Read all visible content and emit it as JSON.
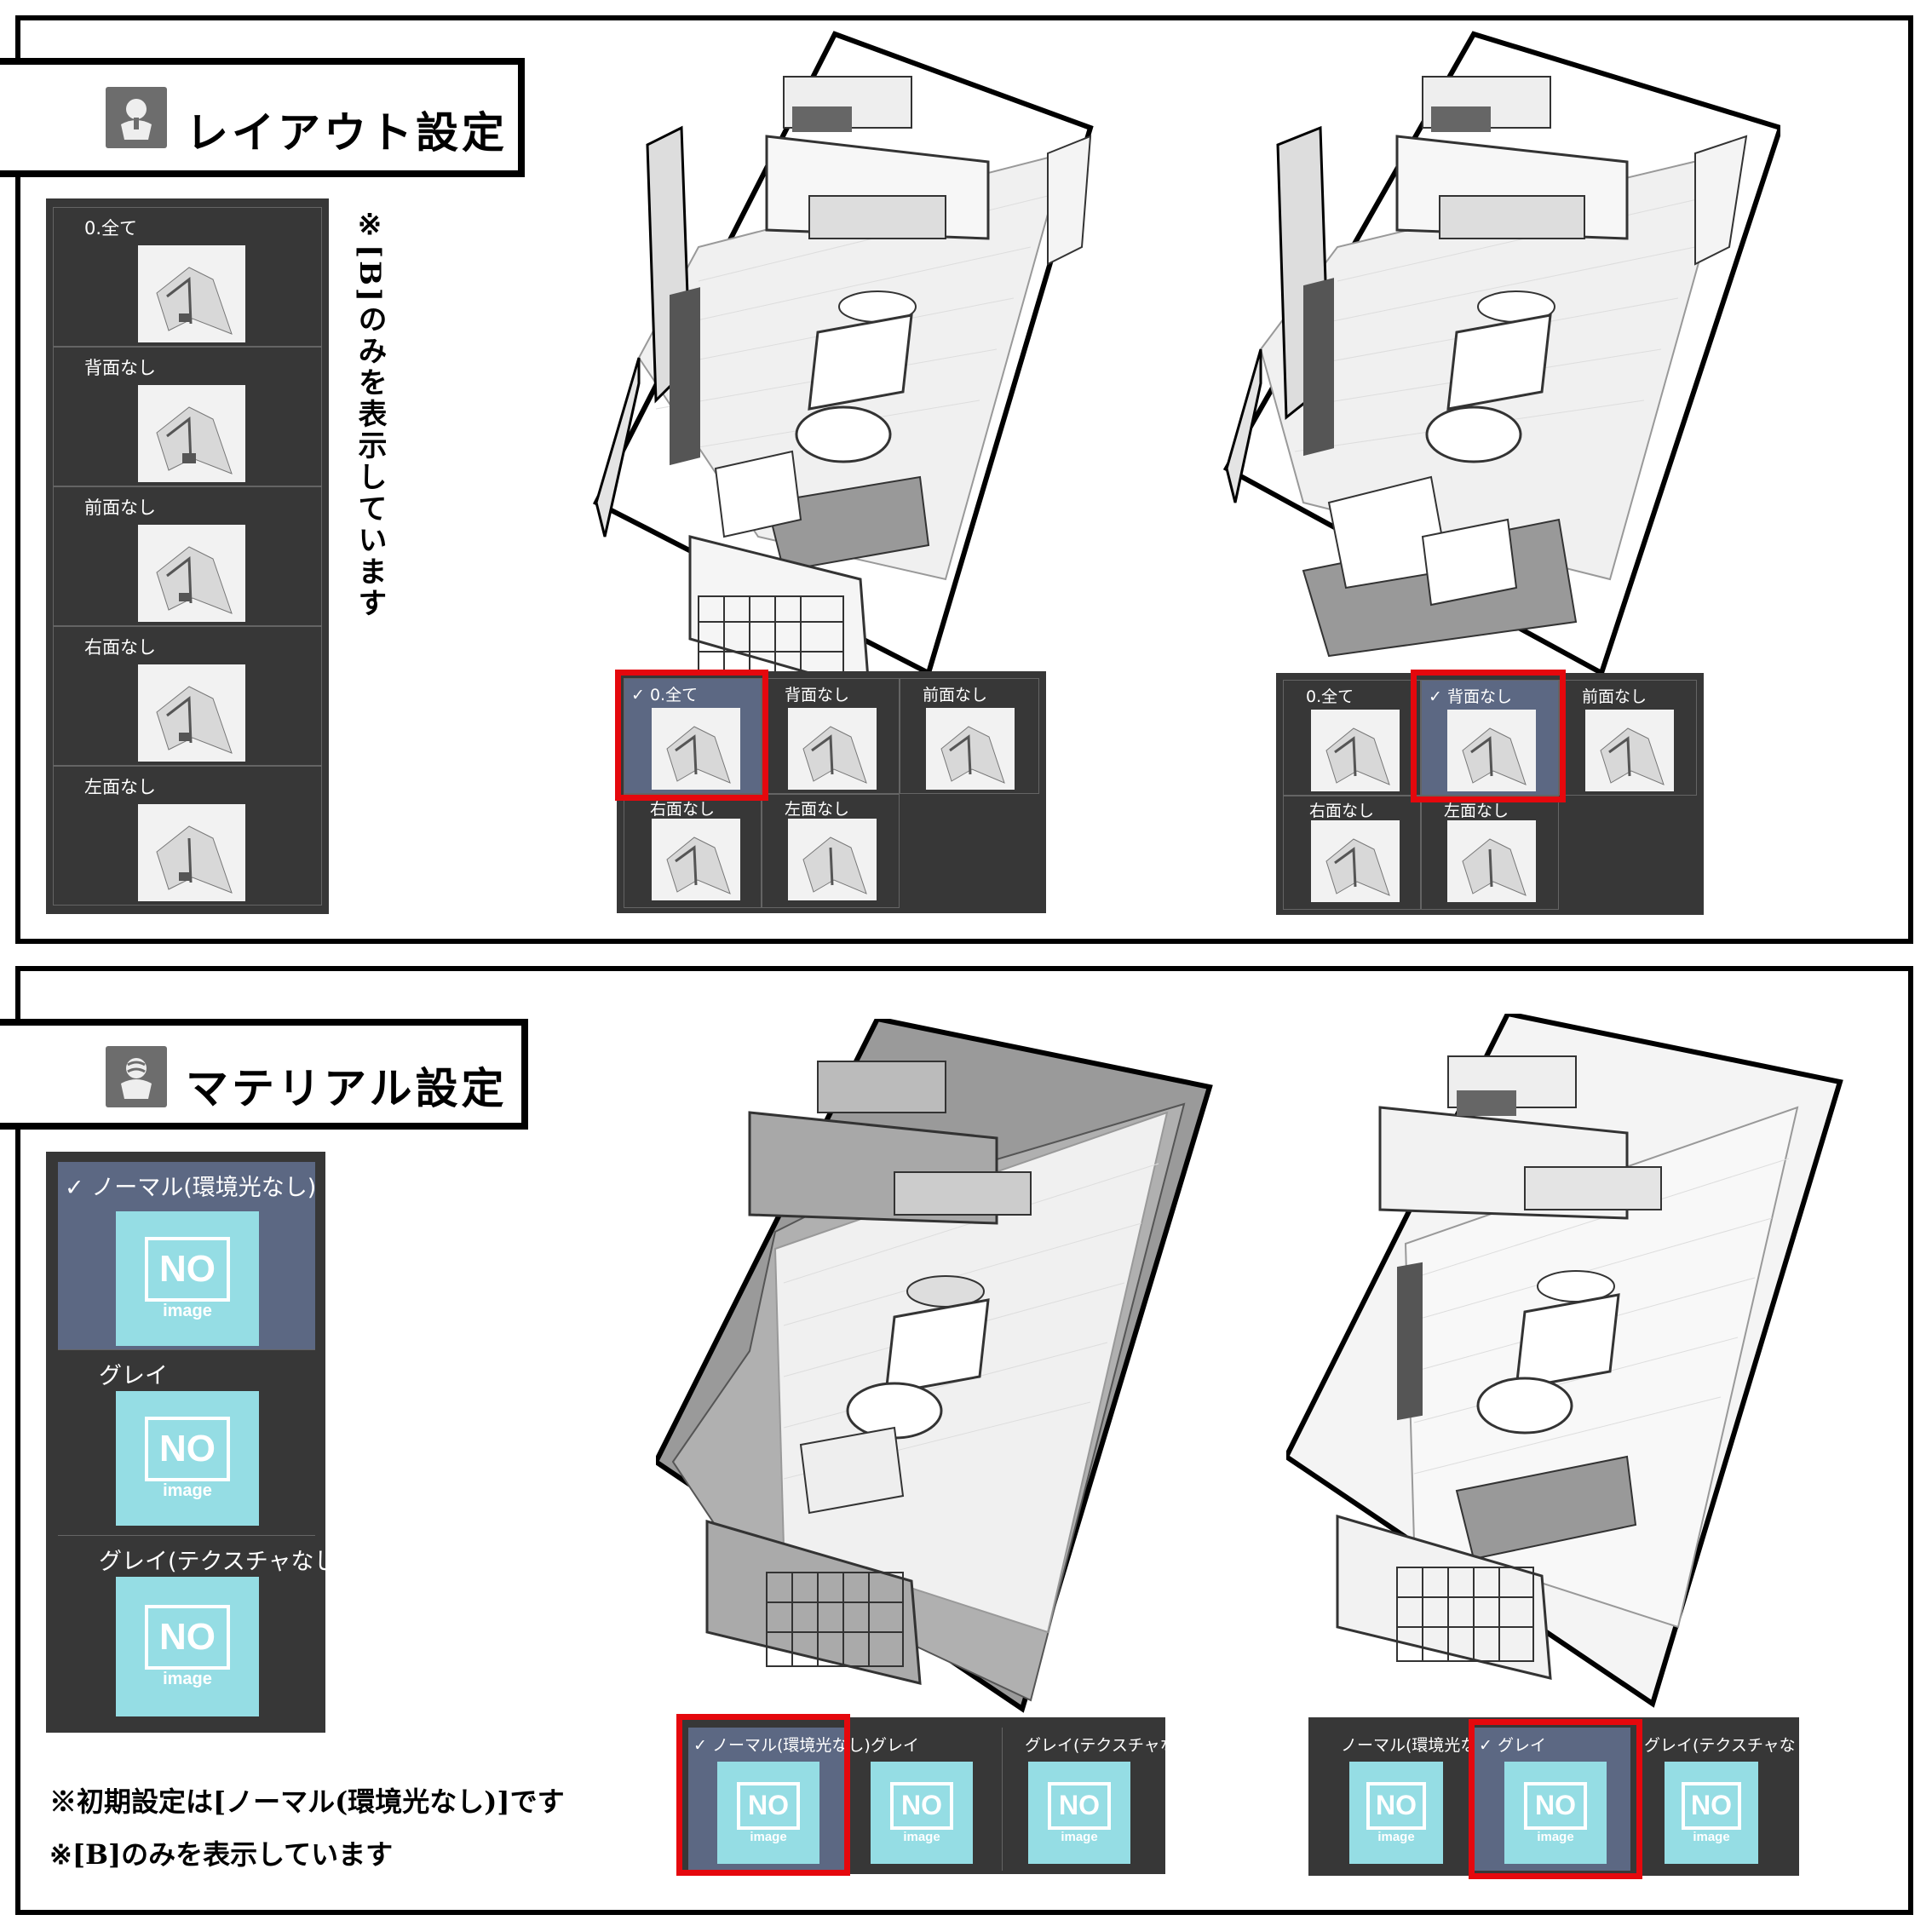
{
  "layout_section": {
    "title": "レイアウト設定",
    "icon": "layout-person-icon",
    "note_vertical": "※[B]のみを表示しています",
    "panel_items": [
      {
        "label": "0.全て"
      },
      {
        "label": "背面なし"
      },
      {
        "label": "前面なし"
      },
      {
        "label": "右面なし"
      },
      {
        "label": "左面なし"
      }
    ],
    "example_left": {
      "selected": "0.全て",
      "row1": [
        "0.全て",
        "背面なし",
        "前面なし"
      ],
      "row2": [
        "右面なし",
        "左面なし"
      ]
    },
    "example_right": {
      "selected": "背面なし",
      "row1": [
        "0.全て",
        "背面なし",
        "前面なし"
      ],
      "row2": [
        "右面なし",
        "左面なし"
      ]
    }
  },
  "material_section": {
    "title": "マテリアル設定",
    "icon": "material-person-icon",
    "panel_items": [
      {
        "label": "ノーマル(環境光なし)",
        "selected": true
      },
      {
        "label": "グレイ",
        "selected": false
      },
      {
        "label": "グレイ(テクスチャなし)",
        "selected": false
      }
    ],
    "noimage": {
      "no": "NO",
      "image": "image"
    },
    "note_line1": "※初期設定は[ノーマル(環境光なし)]です",
    "note_line2": "※[B]のみを表示しています",
    "example_left": {
      "selected": "ノーマル(環境光なし)",
      "items": [
        "ノーマル(環境光なし)",
        "グレイ",
        "グレイ(テクスチャなし)"
      ]
    },
    "example_right": {
      "selected": "グレイ",
      "items": [
        "ノーマル(環境光なし)",
        "グレイ",
        "グレイ(テクスチャなし)"
      ]
    }
  },
  "checkmark": "✓"
}
